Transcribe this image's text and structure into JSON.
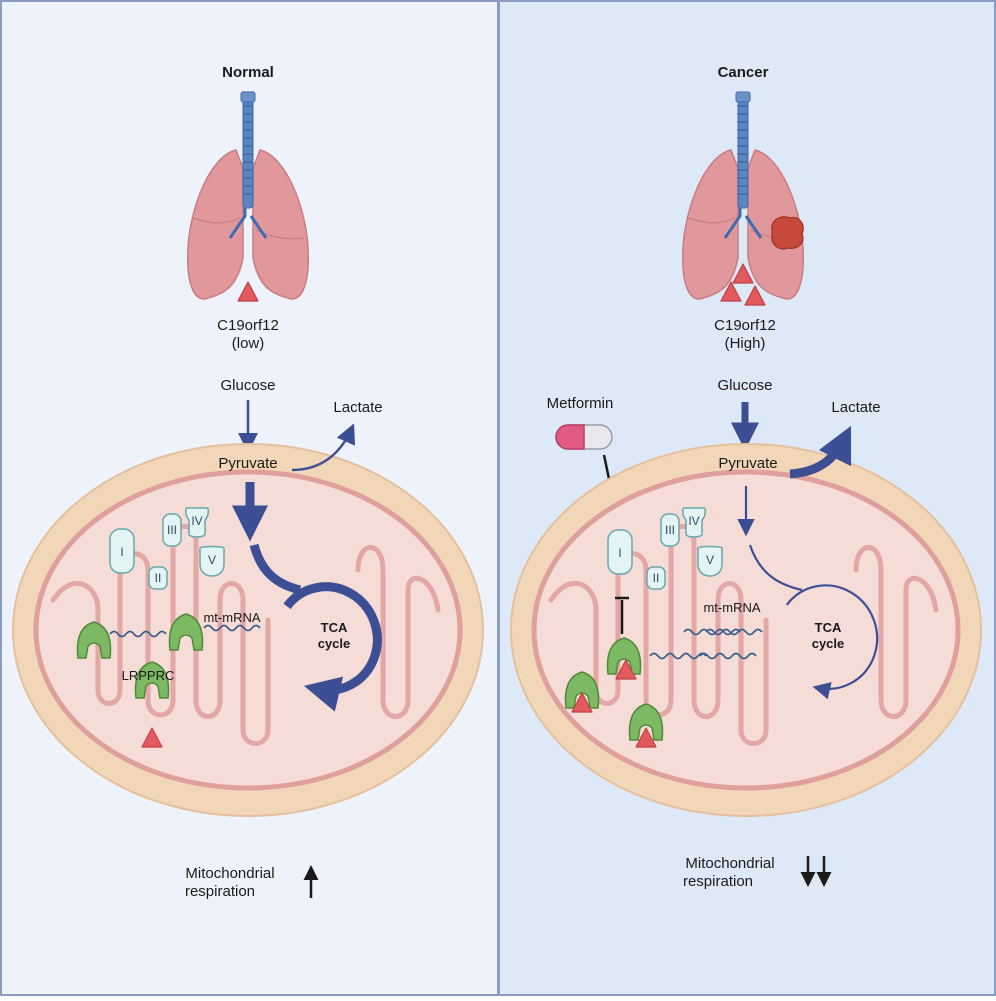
{
  "normal": {
    "title": "Normal",
    "gene": "C19orf12",
    "level": "(low)",
    "glucose": "Glucose",
    "pyruvate": "Pyruvate",
    "lactate": "Lactate",
    "mt_mrna": "mt-mRNA",
    "lrpprc": "LRPPRC",
    "tca_line1": "TCA",
    "tca_line2": "cycle",
    "complexes": [
      "I",
      "II",
      "III",
      "IV",
      "V"
    ],
    "respiration_line1": "Mitochondrial",
    "respiration_line2": "respiration",
    "respiration_arrow": "up"
  },
  "cancer": {
    "title": "Cancer",
    "gene": "C19orf12",
    "level": "(High)",
    "glucose": "Glucose",
    "pyruvate": "Pyruvate",
    "lactate": "Lactate",
    "drug": "Metformin",
    "mt_mrna": "mt-mRNA",
    "tca_line1": "TCA",
    "tca_line2": "cycle",
    "complexes": [
      "I",
      "II",
      "III",
      "IV",
      "V"
    ],
    "respiration_line1": "Mitochondrial",
    "respiration_line2": "respiration",
    "respiration_arrow": "double-down"
  },
  "colors": {
    "normal_bg": "#eef3fb",
    "cancer_bg": "#dde9f7",
    "border": "#8a9cc0",
    "arrow": "#3d4f94",
    "lung": "#e1989c",
    "trachea": "#5b86c2",
    "membrane_outer": "#f1d6b8",
    "membrane_inner": "#e6a9a6",
    "complex_fill": "#e4f4f4",
    "lrpprc": "#7db862",
    "c19orf12": "#e35a5e",
    "tumor": "#c6493b"
  }
}
